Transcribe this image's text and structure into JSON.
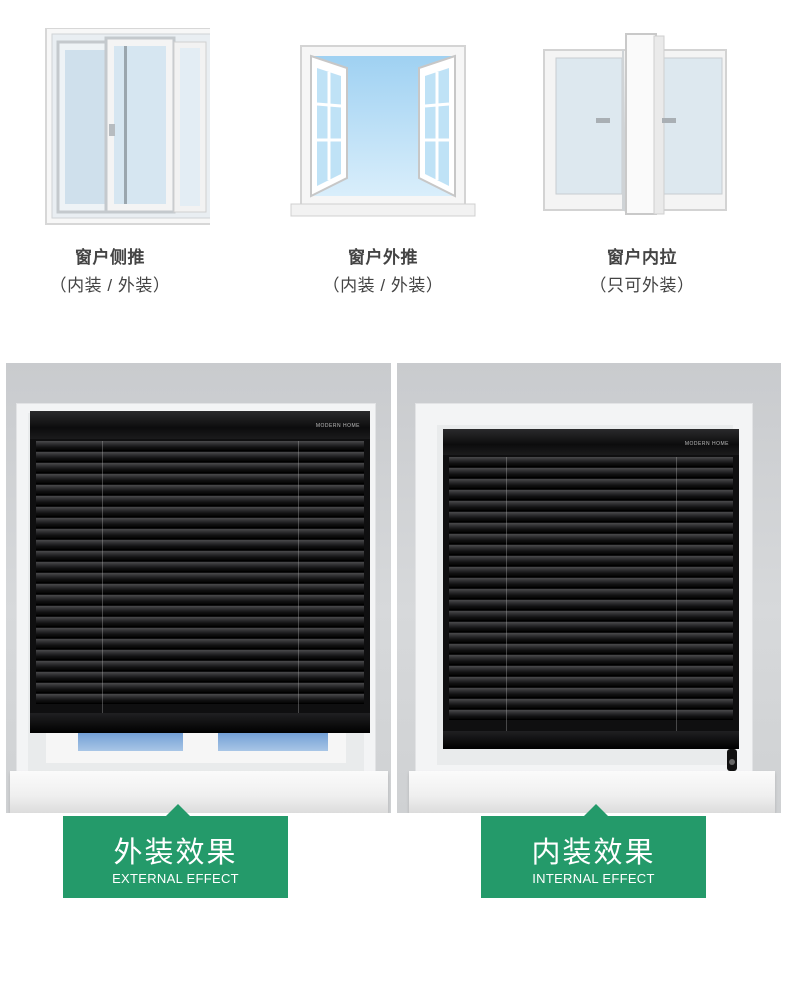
{
  "window_types": [
    {
      "title": "窗户侧推",
      "subtitle": "（内装 / 外装）",
      "icon": "sliding-window-icon"
    },
    {
      "title": "窗户外推",
      "subtitle": "（内装 / 外装）",
      "icon": "outward-casement-window-icon"
    },
    {
      "title": "窗户内拉",
      "subtitle": "（只可外装）",
      "icon": "inward-casement-window-icon"
    }
  ],
  "photos": [
    {
      "name": "external-mount-photo",
      "brand": "MODERN HOME"
    },
    {
      "name": "internal-mount-photo",
      "brand": "MODERN HOME"
    }
  ],
  "labels": [
    {
      "zh": "外装效果",
      "en": "EXTERNAL EFFECT"
    },
    {
      "zh": "内装效果",
      "en": "INTERNAL EFFECT"
    }
  ],
  "colors": {
    "accent_green": "#249a6a",
    "blind_black": "#0f0f10",
    "frame_white": "#f3f4f5"
  }
}
